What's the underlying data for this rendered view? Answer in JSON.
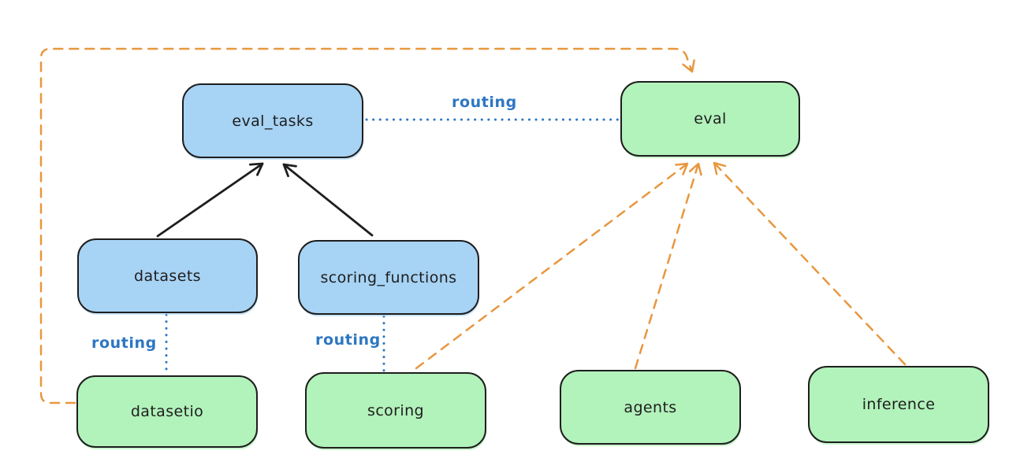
{
  "diagram": {
    "background": "#ffffff",
    "colors": {
      "node_blue_fill": "#a7d3f4",
      "node_green_fill": "#b2f2bb",
      "node_stroke": "#1e1e1e",
      "routing_label_blue": "#2d77c2",
      "solid_arrow_black": "#1e1e1e",
      "dashed_arrow_orange": "#e8973f"
    },
    "nodes": {
      "eval_tasks": {
        "label": "eval_tasks",
        "kind": "blue"
      },
      "eval": {
        "label": "eval",
        "kind": "green"
      },
      "datasets": {
        "label": "datasets",
        "kind": "blue"
      },
      "scoring_functions": {
        "label": "scoring_functions",
        "kind": "blue"
      },
      "datasetio": {
        "label": "datasetio",
        "kind": "green"
      },
      "scoring": {
        "label": "scoring",
        "kind": "green"
      },
      "agents": {
        "label": "agents",
        "kind": "green"
      },
      "inference": {
        "label": "inference",
        "kind": "green"
      }
    },
    "edge_labels": {
      "eval_tasks_to_eval": "routing",
      "datasets_to_datasetio": "routing",
      "scoring_functions_to_scoring": "routing"
    },
    "edges": [
      {
        "from": "datasets",
        "to": "eval_tasks",
        "style": "solid-black-arrow"
      },
      {
        "from": "scoring_functions",
        "to": "eval_tasks",
        "style": "solid-black-arrow"
      },
      {
        "from": "eval_tasks",
        "to": "eval",
        "style": "dotted-blue",
        "label": "routing"
      },
      {
        "from": "datasets",
        "to": "datasetio",
        "style": "dotted-blue",
        "label": "routing"
      },
      {
        "from": "scoring_functions",
        "to": "scoring",
        "style": "dotted-blue",
        "label": "routing"
      },
      {
        "from": "datasetio",
        "to": "eval",
        "style": "dashed-orange-arrow",
        "route": "around-left-and-top"
      },
      {
        "from": "scoring",
        "to": "eval",
        "style": "dashed-orange-arrow"
      },
      {
        "from": "agents",
        "to": "eval",
        "style": "dashed-orange-arrow"
      },
      {
        "from": "inference",
        "to": "eval",
        "style": "dashed-orange-arrow"
      }
    ]
  }
}
